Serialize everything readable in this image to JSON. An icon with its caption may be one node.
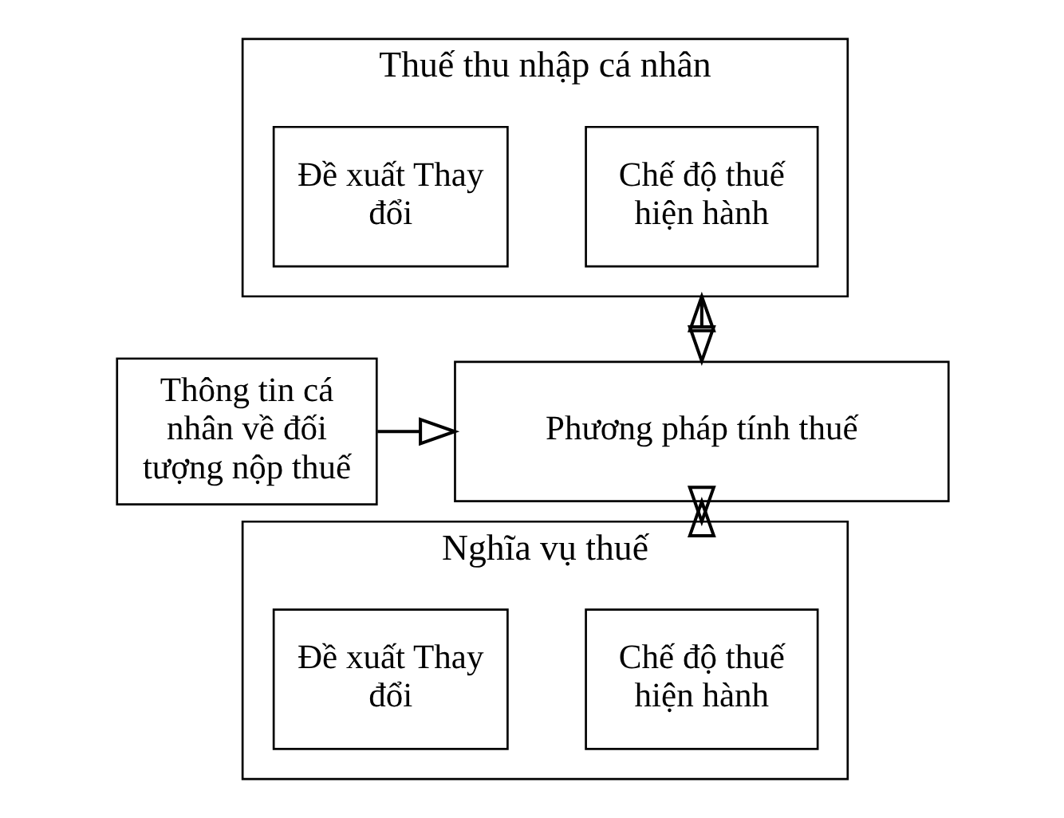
{
  "diagram": {
    "nodes": [
      {
        "text": [
          "Thuế thu nhập cá nhân"
        ]
      },
      {
        "text": [
          "Chế độ thuế hiện hành"
        ],
        "in": 0
      },
      {
        "text": [
          "Đề xuất Thay đổi"
        ],
        "in": 0
      },
      {
        "text": [
          "Thông tin cá nhân về đối tượng nộp thuế"
        ]
      },
      {
        "text": [
          "Phương pháp tính thuế"
        ]
      },
      {
        "text": [
          "Nghĩa vụ thuế"
        ]
      },
      {
        "text": [
          "Chế độ thuế hiện hành"
        ],
        "in": 5
      },
      {
        "text": [
          "Đề xuất Thay đổi"
        ],
        "in": 5
      }
    ],
    "edges": [
      {
        "from": 0,
        "to": 4,
        "arrow": "both"
      },
      {
        "from": 3,
        "to": 4,
        "arrow": "to"
      },
      {
        "from": 4,
        "to": 5,
        "arrow": "both"
      }
    ]
  }
}
